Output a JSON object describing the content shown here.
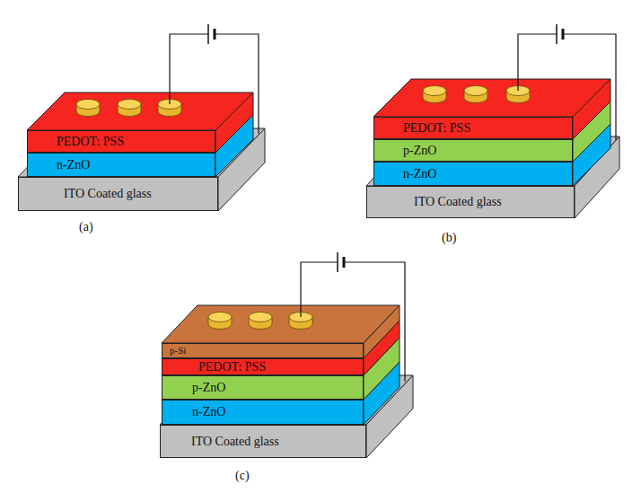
{
  "diagram": {
    "nodes": [
      {
        "text": [
          "PEDOT: PSS"
        ]
      },
      {
        "text": [
          "n-ZnO"
        ]
      },
      {
        "text": [
          "ITO Coated glass"
        ]
      },
      {
        "text": [
          "PEDOT: PSS"
        ]
      },
      {
        "text": [
          "p-ZnO"
        ]
      },
      {
        "text": [
          "n-ZnO"
        ]
      },
      {
        "text": [
          "ITO Coated glass"
        ]
      },
      {
        "text": [
          "p-Si"
        ]
      },
      {
        "text": [
          "PEDOT: PSS"
        ]
      },
      {
        "text": [
          "p-ZnO"
        ]
      },
      {
        "text": [
          "n-ZnO"
        ]
      },
      {
        "text": [
          "ITO Coated glass"
        ]
      }
    ],
    "labels": [
      "(a)",
      "(b)",
      "(c)"
    ]
  }
}
